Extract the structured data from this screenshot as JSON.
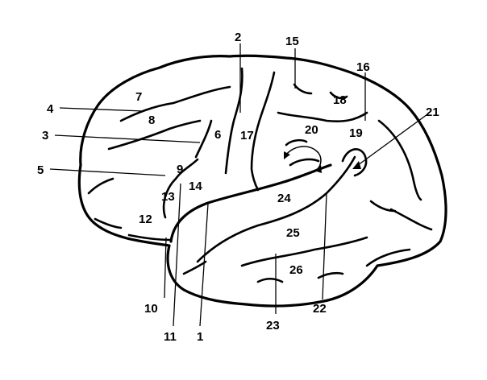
{
  "diagram": {
    "labels": [
      {
        "id": "1",
        "text": "1"
      },
      {
        "id": "2",
        "text": "2"
      },
      {
        "id": "3",
        "text": "3"
      },
      {
        "id": "4",
        "text": "4"
      },
      {
        "id": "5",
        "text": "5"
      },
      {
        "id": "6",
        "text": "6"
      },
      {
        "id": "7",
        "text": "7"
      },
      {
        "id": "8",
        "text": "8"
      },
      {
        "id": "9",
        "text": "9"
      },
      {
        "id": "10",
        "text": "10"
      },
      {
        "id": "11",
        "text": "11"
      },
      {
        "id": "12",
        "text": "12"
      },
      {
        "id": "13",
        "text": "13"
      },
      {
        "id": "14",
        "text": "14"
      },
      {
        "id": "15",
        "text": "15"
      },
      {
        "id": "16",
        "text": "16"
      },
      {
        "id": "17",
        "text": "17"
      },
      {
        "id": "18",
        "text": "18"
      },
      {
        "id": "19",
        "text": "19"
      },
      {
        "id": "20",
        "text": "20"
      },
      {
        "id": "21",
        "text": "21"
      },
      {
        "id": "22",
        "text": "22"
      },
      {
        "id": "23",
        "text": "23"
      },
      {
        "id": "24",
        "text": "24"
      },
      {
        "id": "25",
        "text": "25"
      },
      {
        "id": "26",
        "text": "26"
      }
    ]
  }
}
